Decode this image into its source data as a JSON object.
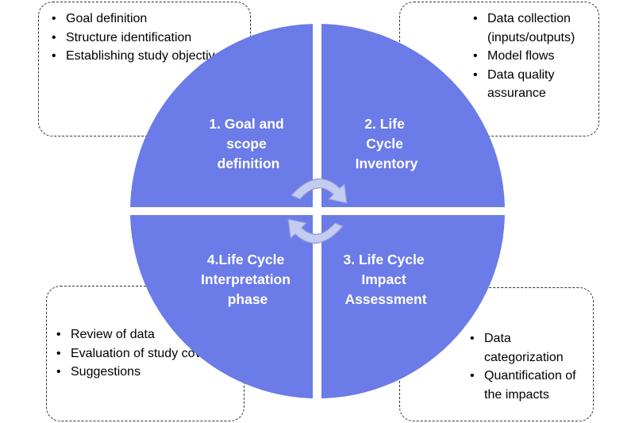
{
  "colors": {
    "quadrant_fill": "#6b7be8",
    "divider": "#ffffff",
    "arrow_fill": "#c5ccf2",
    "arrow_stroke": "#8f99d8",
    "box_border": "#333333"
  },
  "quadrants": [
    {
      "id": "goal-scope",
      "lines": [
        "1. Goal and",
        "scope",
        "definition"
      ]
    },
    {
      "id": "inventory",
      "lines": [
        "2. Life",
        "Cycle",
        "Inventory"
      ]
    },
    {
      "id": "impact",
      "lines": [
        "3. Life Cycle",
        "Impact",
        "Assessment"
      ]
    },
    {
      "id": "interpretation",
      "lines": [
        "4.Life Cycle",
        "Interpretation",
        "phase"
      ]
    }
  ],
  "boxes": {
    "top_left": {
      "items": [
        "Goal definition",
        "Structure identification",
        "Establishing study objectives"
      ]
    },
    "top_right": {
      "items": [
        "Data collection (inputs/outputs)",
        "Model flows",
        "Data quality assurance"
      ]
    },
    "bottom_left": {
      "items": [
        "Review of data",
        "Evaluation of study coverage",
        "Suggestions"
      ]
    },
    "bottom_right": {
      "items": [
        "Data categorization",
        "Quantification of the impacts"
      ]
    }
  }
}
